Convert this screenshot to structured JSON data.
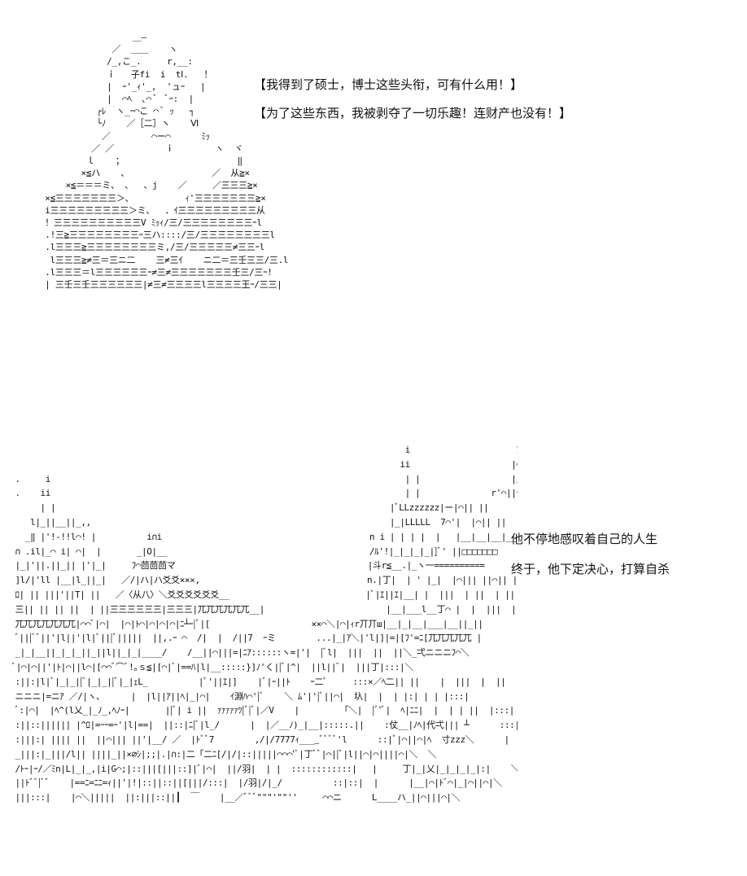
{
  "dialogue": {
    "top_line_1": "【我得到了硕士，博士这些头衔，可有什么用！】",
    "top_line_2": "【为了这些东西，我被剥夺了一切乐趣！连财产也没有！】"
  },
  "narration": {
    "line_1": "他不停地感叹着自己的人生",
    "line_2": "终于，他下定决心，打算自杀"
  },
  "colors": {
    "background": "#ffffff",
    "text": "#111111"
  }
}
